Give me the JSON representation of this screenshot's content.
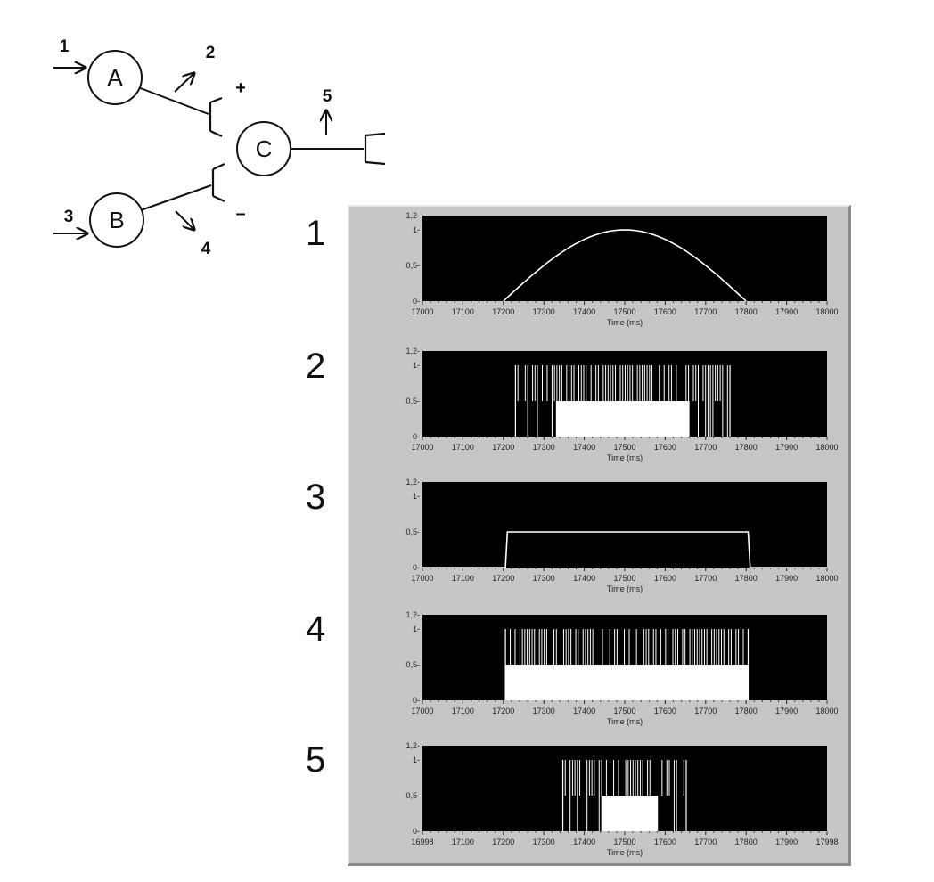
{
  "circuit": {
    "nodes": [
      {
        "id": "A",
        "label": "A"
      },
      {
        "id": "B",
        "label": "B"
      },
      {
        "id": "C",
        "label": "C"
      }
    ],
    "arrow_labels": [
      "1",
      "2",
      "3",
      "4",
      "5"
    ],
    "synapse_signs": {
      "excitatory": "+",
      "inhibitory": "–"
    }
  },
  "chart_data": [
    {
      "panel_number": "1",
      "type": "line",
      "xlabel": "Time (ms)",
      "xticks": [
        "17000",
        "17100",
        "17200",
        "17300",
        "17400",
        "17500",
        "17600",
        "17700",
        "17800",
        "17900",
        "18000"
      ],
      "yticks": [
        "0-",
        "0,5-",
        "1-",
        "1,2-"
      ],
      "xlim": [
        17000,
        18000
      ],
      "ylim": [
        0,
        1.2
      ],
      "description_curve": "half-sine",
      "series": [
        {
          "x": [
            17200,
            17250,
            17300,
            17350,
            17400,
            17450,
            17500,
            17550,
            17600,
            17650,
            17700,
            17750,
            17800
          ],
          "y": [
            0,
            0.26,
            0.5,
            0.71,
            0.87,
            0.97,
            1.0,
            0.97,
            0.87,
            0.71,
            0.5,
            0.26,
            0
          ]
        }
      ]
    },
    {
      "panel_number": "2",
      "type": "spike_train",
      "xlabel": "Time (ms)",
      "xticks": [
        "17000",
        "17100",
        "17200",
        "17300",
        "17400",
        "17500",
        "17600",
        "17700",
        "17800",
        "17900",
        "18000"
      ],
      "yticks": [
        "0-",
        "0,5-",
        "1-",
        "1,2-"
      ],
      "xlim": [
        17000,
        18000
      ],
      "ylim": [
        0,
        1.2
      ],
      "spike_range": [
        17230,
        17760
      ],
      "spike_height": 1,
      "baseline_level": 0.5,
      "baseline_range": [
        17330,
        17660
      ]
    },
    {
      "panel_number": "3",
      "type": "line",
      "xlabel": "Time (ms)",
      "xticks": [
        "17000",
        "17100",
        "17200",
        "17300",
        "17400",
        "17500",
        "17600",
        "17700",
        "17800",
        "17900",
        "18000"
      ],
      "yticks": [
        "0-",
        "0,5-",
        "1-",
        "1,2-"
      ],
      "xlim": [
        17000,
        18000
      ],
      "ylim": [
        0,
        1.2
      ],
      "series": [
        {
          "x": [
            17000,
            17205,
            17210,
            17805,
            17810,
            18000
          ],
          "y": [
            0,
            0,
            0.5,
            0.5,
            0,
            0
          ]
        }
      ]
    },
    {
      "panel_number": "4",
      "type": "spike_train",
      "xlabel": "Time (ms)",
      "xticks": [
        "17000",
        "17100",
        "17200",
        "17300",
        "17400",
        "17500",
        "17600",
        "17700",
        "17800",
        "17900",
        "18000"
      ],
      "yticks": [
        "0-",
        "0,5-",
        "1-",
        "1,2-"
      ],
      "xlim": [
        17000,
        18000
      ],
      "ylim": [
        0,
        1.2
      ],
      "spike_range": [
        17205,
        17805
      ],
      "spike_height": 1,
      "baseline_level": 0.5,
      "baseline_range": [
        17205,
        17805
      ]
    },
    {
      "panel_number": "5",
      "type": "spike_train",
      "xlabel": "Time (ms)",
      "xticks": [
        "16998",
        "17100",
        "17200",
        "17300",
        "17400",
        "17500",
        "17600",
        "17700",
        "17800",
        "17900",
        "17998"
      ],
      "yticks": [
        "0-",
        "0,5-",
        "1-",
        "1,2-"
      ],
      "xlim": [
        16998,
        17998
      ],
      "ylim": [
        0,
        1.2
      ],
      "spike_range": [
        17345,
        17650
      ],
      "spike_height": 1,
      "baseline_level": 0.5,
      "baseline_range": [
        17440,
        17580
      ]
    }
  ]
}
